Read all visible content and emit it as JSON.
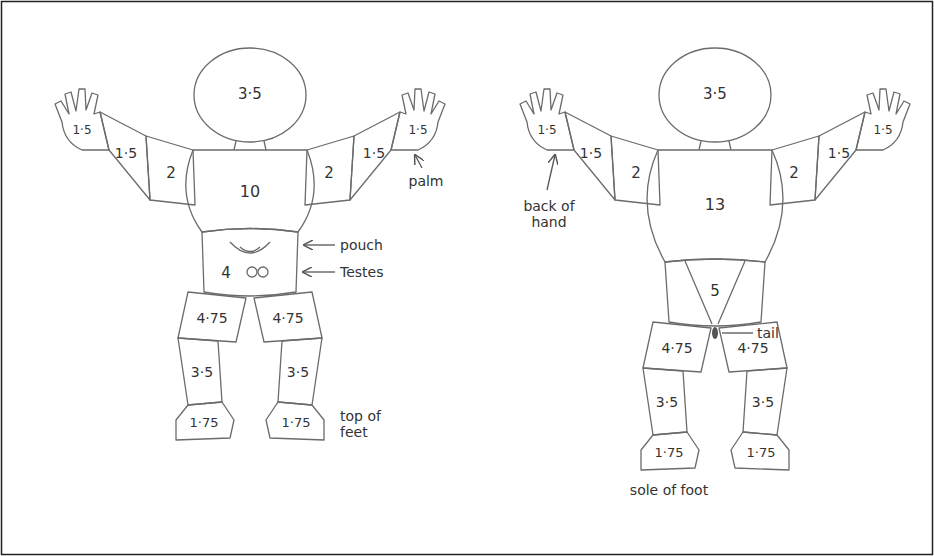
{
  "diagram": {
    "labels": [
      "3·5",
      "1·5",
      "1·5",
      "2",
      "10",
      "2",
      "1·5",
      "1·5",
      "palm",
      "pouch",
      "4",
      "Testes",
      "4·75",
      "4·75",
      "3·5",
      "3·5",
      "1·75",
      "1·75",
      "top of feet",
      "3·5",
      "1·5",
      "1·5",
      "back of hand",
      "2",
      "13",
      "2",
      "1·5",
      "1·5",
      "5",
      "tail",
      "4·75",
      "4·75",
      "3·5",
      "3·5",
      "1·75",
      "1·75",
      "sole of foot"
    ]
  }
}
